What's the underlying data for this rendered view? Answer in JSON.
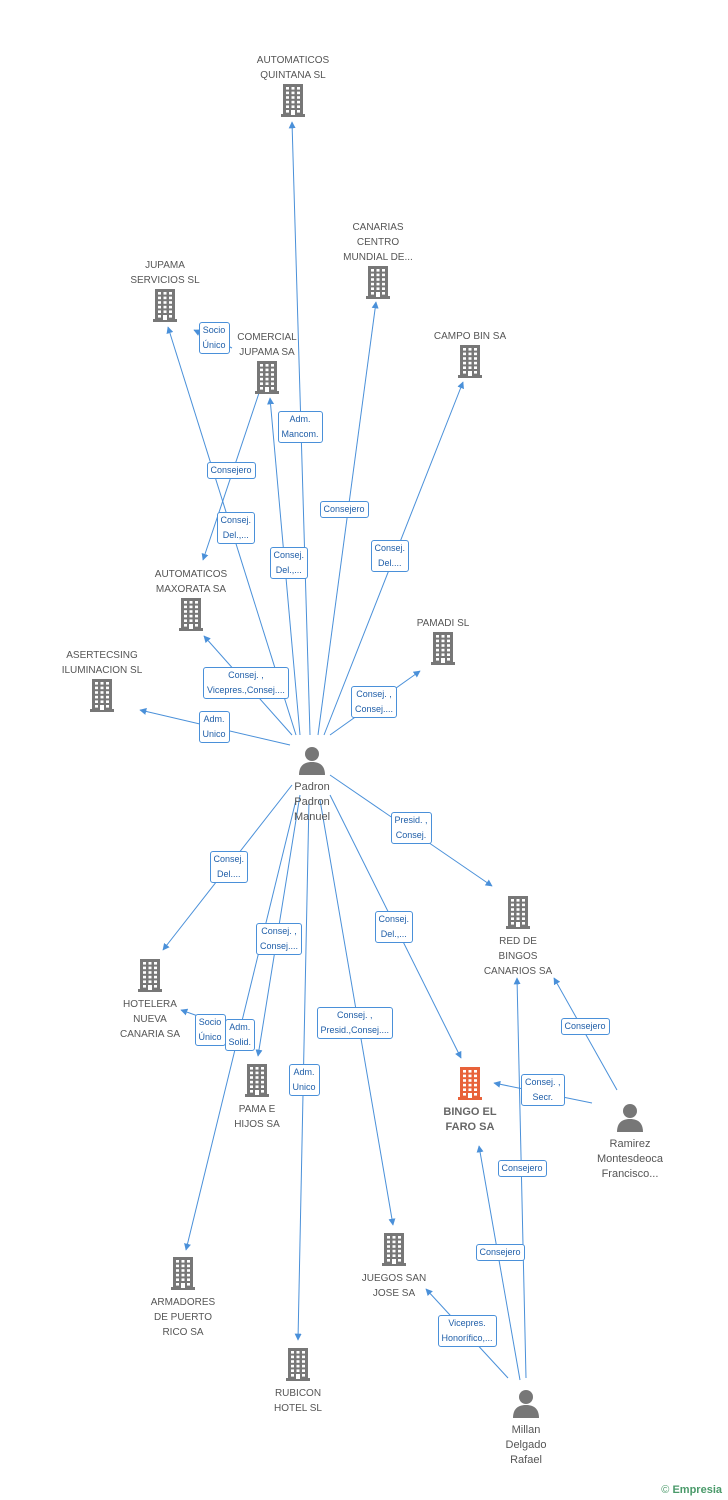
{
  "colors": {
    "edge": "#4a90d9",
    "company": "#777777",
    "focus": "#e8623a",
    "person": "#777777"
  },
  "credit": {
    "symbol": "©",
    "brand": "Empresia"
  },
  "nodes": [
    {
      "id": "automaticos-quintana",
      "type": "company",
      "label": "AUTOMATICOS\nQUINTANA SL"
    },
    {
      "id": "canarias-centro",
      "type": "company",
      "label": "CANARIAS\nCENTRO\nMUNDIAL DE..."
    },
    {
      "id": "jupama-servicios",
      "type": "company",
      "label": "JUPAMA\nSERVICIOS SL"
    },
    {
      "id": "comercial-jupama",
      "type": "company",
      "label": "COMERCIAL\nJUPAMA SA"
    },
    {
      "id": "campo-bin",
      "type": "company",
      "label": "CAMPO BIN SA"
    },
    {
      "id": "automaticos-maxorata",
      "type": "company",
      "label": "AUTOMATICOS\nMAXORATA SA"
    },
    {
      "id": "pamadi",
      "type": "company",
      "label": "PAMADI SL"
    },
    {
      "id": "asertecsing",
      "type": "company",
      "label": "ASERTECSING\nILUMINACION SL"
    },
    {
      "id": "padron",
      "type": "person",
      "label": "Padron\nPadron\nManuel"
    },
    {
      "id": "red-bingos",
      "type": "company",
      "label": "RED DE\nBINGOS\nCANARIOS SA"
    },
    {
      "id": "hotelera-nueva",
      "type": "company",
      "label": "HOTELERA\nNUEVA\nCANARIA SA"
    },
    {
      "id": "pama-hijos",
      "type": "company",
      "label": "PAMA E\nHIJOS SA"
    },
    {
      "id": "bingo-faro",
      "type": "focus",
      "label": "BINGO EL\nFARO SA"
    },
    {
      "id": "ramirez",
      "type": "person",
      "label": "Ramirez\nMontesdeoca\nFrancisco..."
    },
    {
      "id": "armadores",
      "type": "company",
      "label": "ARMADORES\nDE PUERTO\nRICO SA"
    },
    {
      "id": "juegos-san-jose",
      "type": "company",
      "label": "JUEGOS SAN\nJOSE SA"
    },
    {
      "id": "rubicon",
      "type": "company",
      "label": "RUBICON\nHOTEL SL"
    },
    {
      "id": "millan",
      "type": "person",
      "label": "Millan\nDelgado\nRafael"
    }
  ],
  "edges": [
    {
      "from": "padron",
      "to": "automaticos-quintana",
      "label": "Adm.\nMancom."
    },
    {
      "from": "padron",
      "to": "canarias-centro",
      "label": "Consejero"
    },
    {
      "from": "padron",
      "to": "jupama-servicios",
      "label": "Consej.\nDel.,..."
    },
    {
      "from": "padron",
      "to": "jupama-servicios",
      "label": "Socio\nÚnico"
    },
    {
      "from": "padron",
      "to": "comercial-jupama",
      "label": "Consej.\nDel.,..."
    },
    {
      "from": "padron",
      "to": "campo-bin",
      "label": "Consej.\nDel...."
    },
    {
      "from": "padron",
      "to": "automaticos-maxorata",
      "label": "Consejero"
    },
    {
      "from": "padron",
      "to": "automaticos-maxorata",
      "label": "Consej. ,\nVicepres.,Consej...."
    },
    {
      "from": "padron",
      "to": "pamadi",
      "label": "Consej. ,\nConsej...."
    },
    {
      "from": "padron",
      "to": "asertecsing",
      "label": "Adm.\nUnico"
    },
    {
      "from": "padron",
      "to": "red-bingos",
      "label": "Presid. ,\nConsej."
    },
    {
      "from": "padron",
      "to": "hotelera-nueva",
      "label": "Consej.\nDel...."
    },
    {
      "from": "padron",
      "to": "hotelera-nueva",
      "label": "Socio\nÚnico"
    },
    {
      "from": "padron",
      "to": "pama-hijos",
      "label": "Consej. ,\nConsej...."
    },
    {
      "from": "padron",
      "to": "bingo-faro",
      "label": "Consej.\nDel.,..."
    },
    {
      "from": "padron",
      "to": "juegos-san-jose",
      "label": "Consej. ,\nPresid.,Consej...."
    },
    {
      "from": "padron",
      "to": "armadores",
      "label": "Adm.\nSolid."
    },
    {
      "from": "padron",
      "to": "rubicon",
      "label": "Adm.\nUnico"
    },
    {
      "from": "ramirez",
      "to": "red-bingos",
      "label": "Consejero"
    },
    {
      "from": "ramirez",
      "to": "bingo-faro",
      "label": "Consej. ,\nSecr."
    },
    {
      "from": "millan",
      "to": "bingo-faro",
      "label": "Consejero"
    },
    {
      "from": "millan",
      "to": "red-bingos",
      "label": "Consejero"
    },
    {
      "from": "millan",
      "to": "juegos-san-jose",
      "label": "Vicepres.\nHonorífico,..."
    }
  ]
}
